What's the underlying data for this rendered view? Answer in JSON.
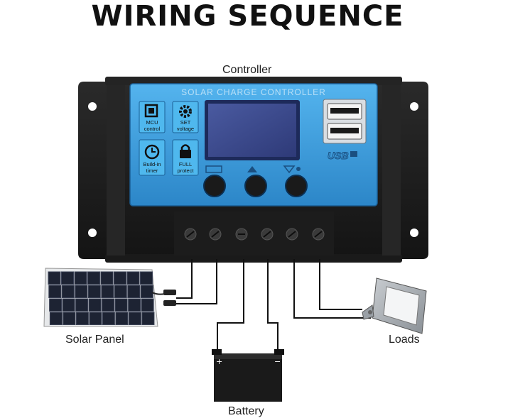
{
  "title": "WIRING SEQUENCE",
  "labels": {
    "controller": "Controller",
    "solar_panel": "Solar Panel",
    "loads": "Loads",
    "battery": "Battery"
  },
  "device": {
    "header": "SOLAR CHARGE CONTROLLER",
    "buttons": [
      {
        "icon": "chip-icon",
        "label": "MCU control"
      },
      {
        "icon": "gear-icon",
        "label": "SET voltage"
      },
      {
        "icon": "clock-icon",
        "label": "Build-in timer"
      },
      {
        "icon": "lock-icon",
        "label": "FULL protect"
      }
    ],
    "usb_label": "USB",
    "battery_plus": "+",
    "battery_minus": "−"
  },
  "colors": {
    "panel_blue": "#3a9ad8",
    "case_black": "#1e1e1e",
    "lcd": "#3c4a8a",
    "wire": "#111111"
  }
}
